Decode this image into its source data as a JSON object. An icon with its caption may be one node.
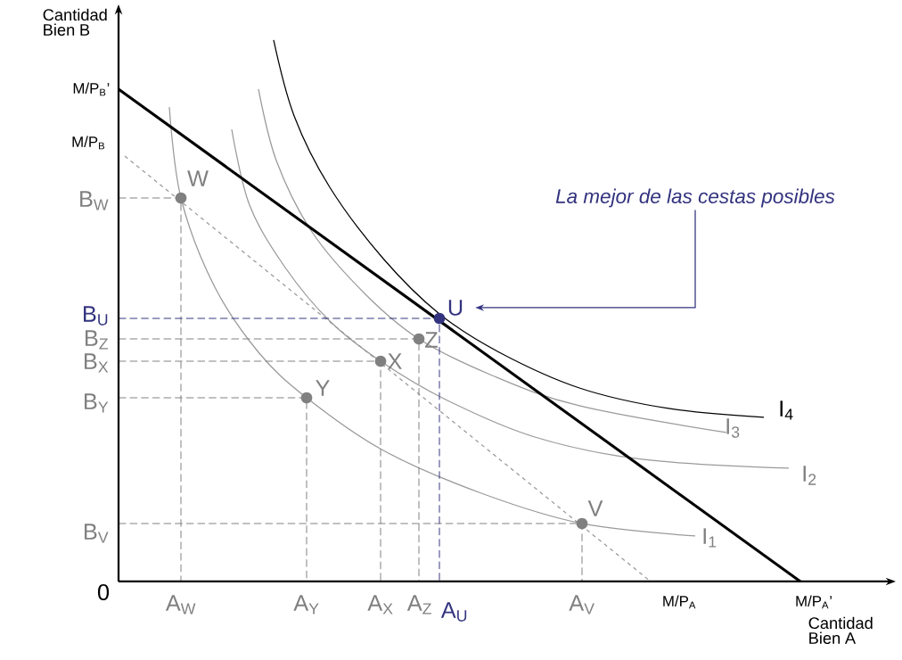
{
  "diagram": {
    "nodes": [
      {
        "text": [
          "La mejor de las cestas posibles"
        ]
      },
      {
        "text": [
          "U"
        ]
      }
    ],
    "edges": [
      {
        "from": 0,
        "to": 1,
        "arrow": "to"
      }
    ],
    "labels": [
      "Cantidad Bien B",
      "M/P$_{B}$’",
      "M/P$_{B}$",
      "B$_{W}$",
      "W",
      "B$_{U}$",
      "B$_{Z}$",
      "Z",
      "B$_{X}$",
      "X",
      "Y",
      "B$_{Y}$",
      "I$_{4}$",
      "I$_{3}$",
      "I$_{2}$",
      "V",
      "B$_{V}$",
      "I$_{1}$",
      "0",
      "A$_{W}$",
      "A$_{Y}$",
      "A$_{X}$",
      "A$_{Z}$",
      "A$_{U}$",
      "A$_{V}$",
      "M/P$_{A}$",
      "M/P$_{A}$’",
      "Cantidad Bien A"
    ]
  }
}
